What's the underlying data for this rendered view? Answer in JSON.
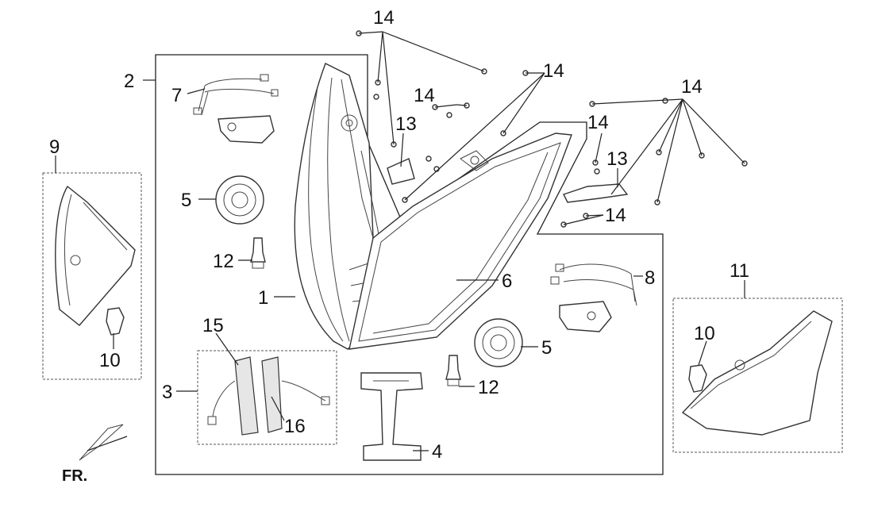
{
  "labels": {
    "l14a": "14",
    "l14b": "14",
    "l14c": "14",
    "l14d": "14",
    "l14e": "14",
    "l14f": "14",
    "l2": "2",
    "l7": "7",
    "l9": "9",
    "l5a": "5",
    "l5b": "5",
    "l12a": "12",
    "l12b": "12",
    "l1": "1",
    "l13a": "13",
    "l13b": "13",
    "l6": "6",
    "l8": "8",
    "l11": "11",
    "l10a": "10",
    "l10b": "10",
    "l15": "15",
    "l16": "16",
    "l3": "3",
    "l4": "4"
  },
  "fr_label": "FR.",
  "colors": {
    "line": "#222222",
    "background": "#ffffff"
  }
}
